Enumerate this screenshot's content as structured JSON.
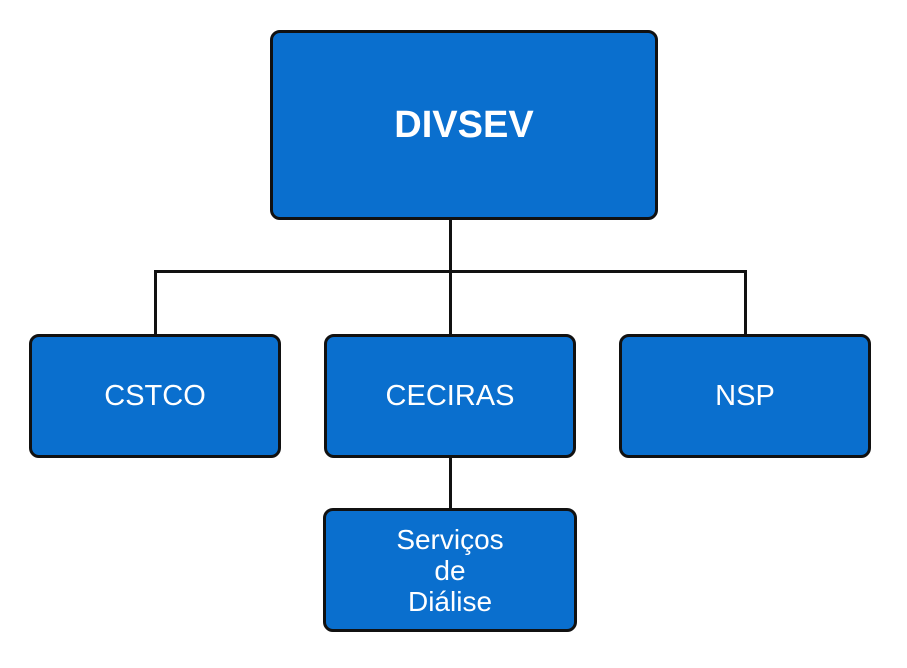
{
  "colors": {
    "box_fill": "#0a6fce",
    "border": "#111111",
    "text": "#ffffff",
    "connector": "#111111"
  },
  "root": {
    "label": "DIVSEV"
  },
  "children": [
    {
      "label": "CSTCO"
    },
    {
      "label": "CECIRAS"
    },
    {
      "label": "NSP"
    }
  ],
  "leaf": {
    "label": "Serviços\nde\nDiálise"
  }
}
